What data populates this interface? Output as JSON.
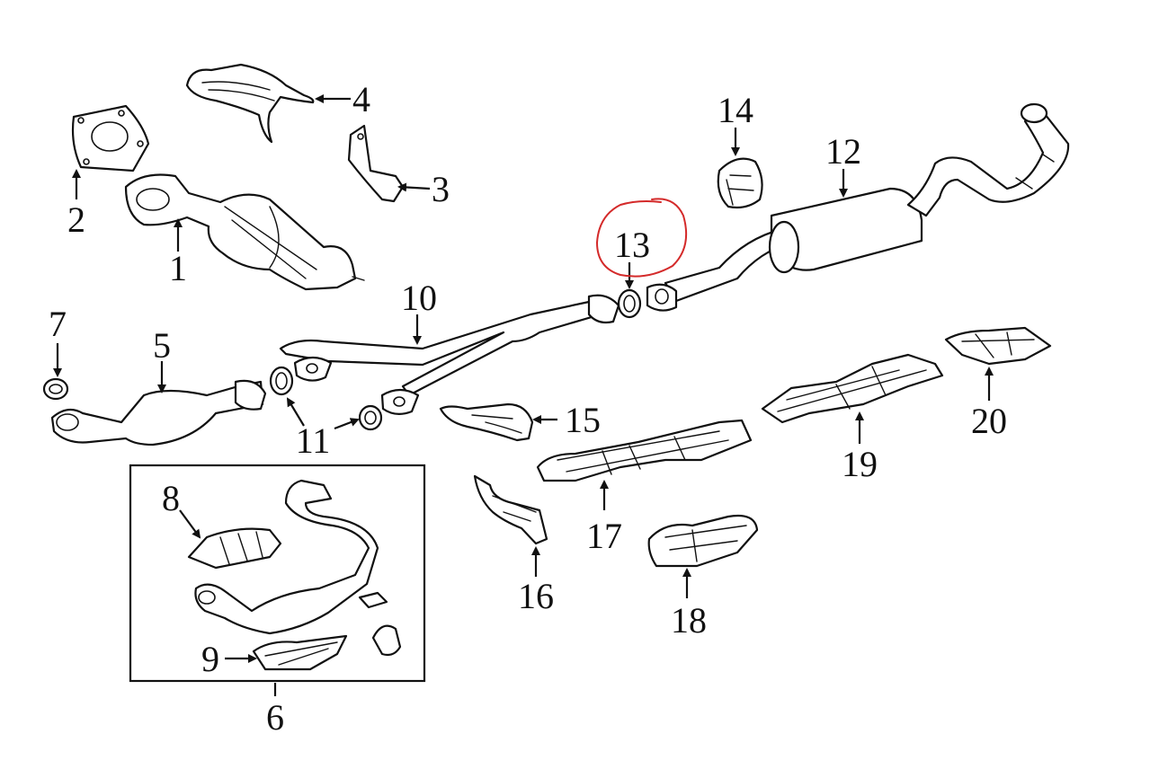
{
  "callouts": [
    {
      "id": "1",
      "text": "1"
    },
    {
      "id": "2",
      "text": "2"
    },
    {
      "id": "3",
      "text": "3"
    },
    {
      "id": "4",
      "text": "4"
    },
    {
      "id": "5",
      "text": "5"
    },
    {
      "id": "6",
      "text": "6"
    },
    {
      "id": "7",
      "text": "7"
    },
    {
      "id": "8",
      "text": "8"
    },
    {
      "id": "9",
      "text": "9"
    },
    {
      "id": "10",
      "text": "10"
    },
    {
      "id": "11",
      "text": "11"
    },
    {
      "id": "12",
      "text": "12"
    },
    {
      "id": "13",
      "text": "13"
    },
    {
      "id": "14",
      "text": "14"
    },
    {
      "id": "15",
      "text": "15"
    },
    {
      "id": "16",
      "text": "16"
    },
    {
      "id": "17",
      "text": "17"
    },
    {
      "id": "18",
      "text": "18"
    },
    {
      "id": "19",
      "text": "19"
    },
    {
      "id": "20",
      "text": "20"
    }
  ],
  "highlight": {
    "callout": "13",
    "color": "#d42a2a"
  }
}
